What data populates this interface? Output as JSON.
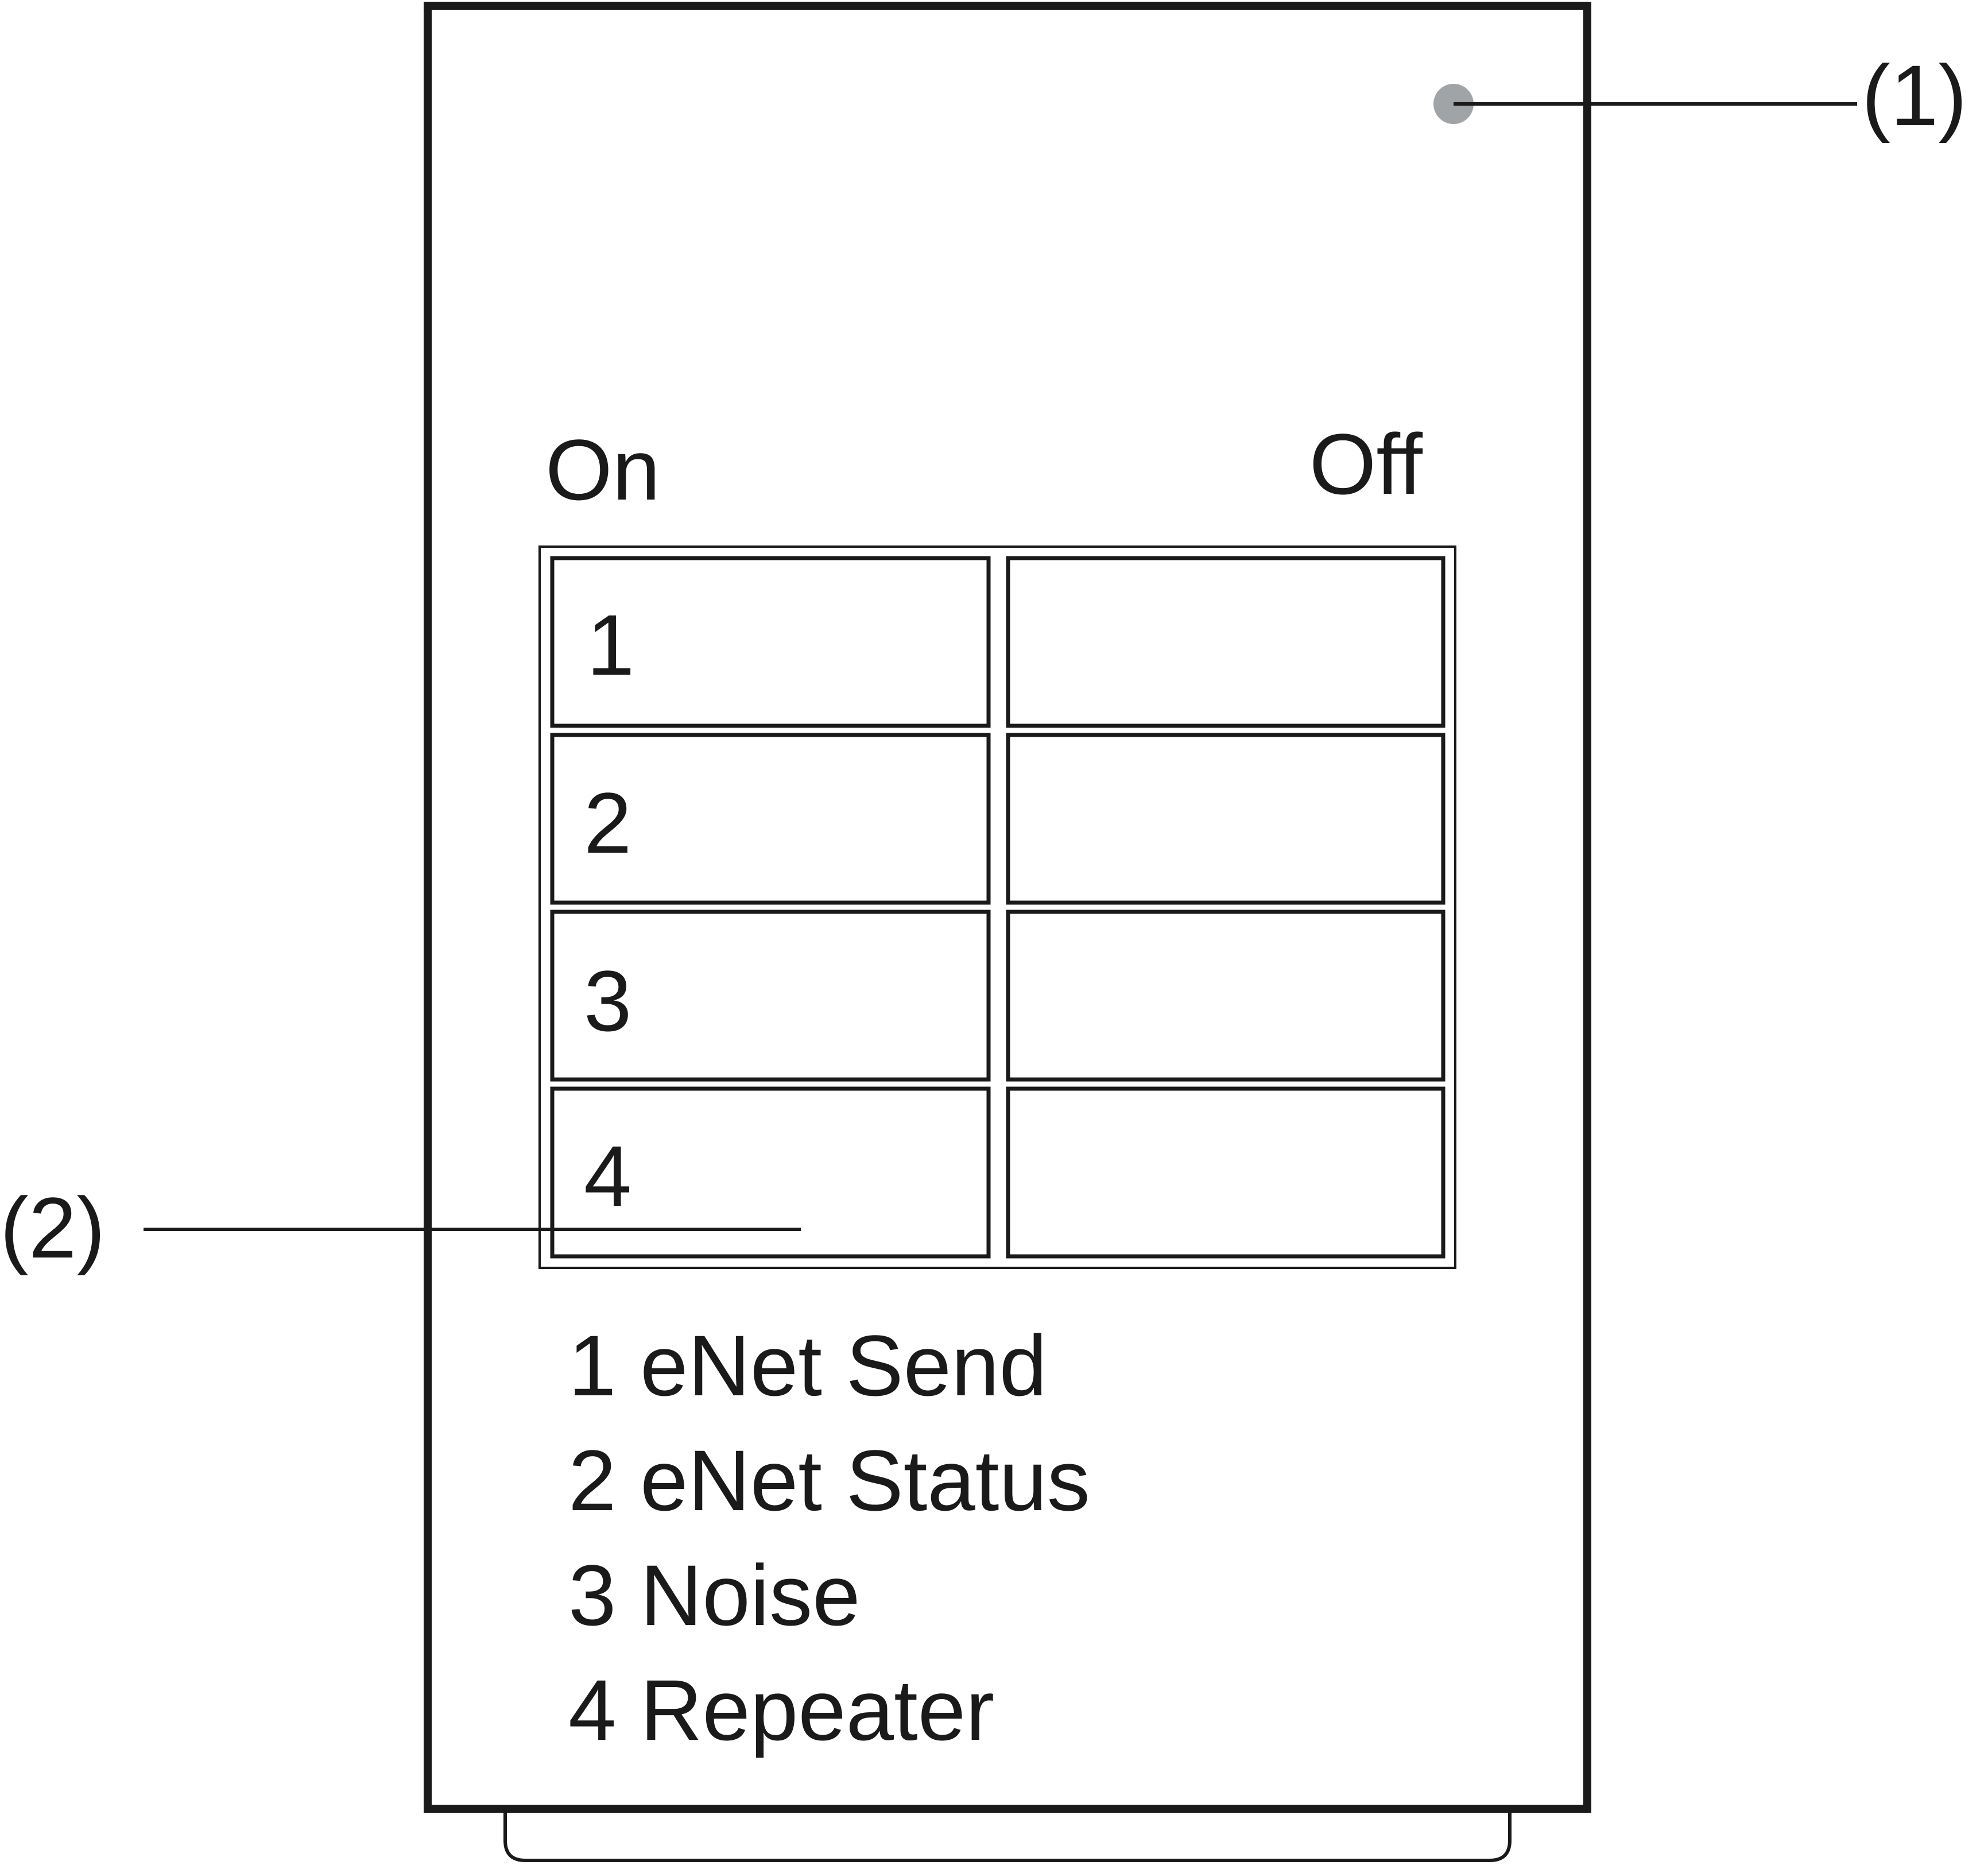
{
  "callouts": {
    "led": "(1)",
    "switches": "(2)"
  },
  "switch_block": {
    "on_label": "On",
    "off_label": "Off",
    "switches": [
      {
        "number": "1"
      },
      {
        "number": "2"
      },
      {
        "number": "3"
      },
      {
        "number": "4"
      }
    ]
  },
  "legend": [
    "1 eNet Send",
    "2 eNet Status",
    "3 Noise",
    "4 Repeater"
  ],
  "colors": {
    "line": "#1a1a1a",
    "led": "#a0a4a6",
    "background": "#ffffff"
  }
}
